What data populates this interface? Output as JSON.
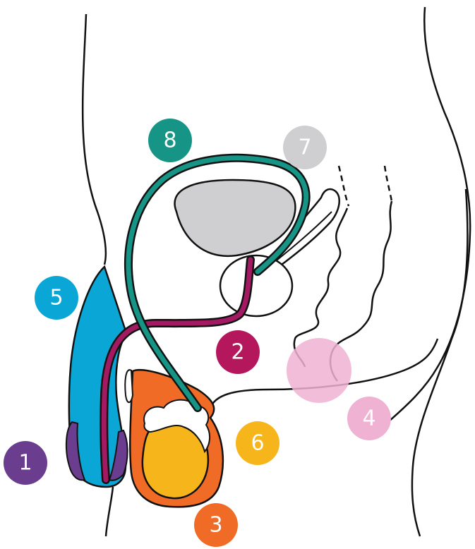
{
  "colors": {
    "outline": "#111111",
    "bladder": "#cfcfd1",
    "penis": "#0aa6d6",
    "glans": "#6a3d8e",
    "urethra": "#a31a63",
    "vas": "#169586",
    "scrotum": "#f06b25",
    "testis": "#f6b51b",
    "anus": "#f0b2d2"
  },
  "badges": [
    {
      "label": "1",
      "color": "#6a3d8e"
    },
    {
      "label": "2",
      "color": "#b4175b"
    },
    {
      "label": "3",
      "color": "#f06b25"
    },
    {
      "label": "4",
      "color": "#f0b2d2"
    },
    {
      "label": "5",
      "color": "#0aa6d6"
    },
    {
      "label": "6",
      "color": "#f6b51b"
    },
    {
      "label": "7",
      "color": "#cfcfd1"
    },
    {
      "label": "8",
      "color": "#169586"
    }
  ]
}
